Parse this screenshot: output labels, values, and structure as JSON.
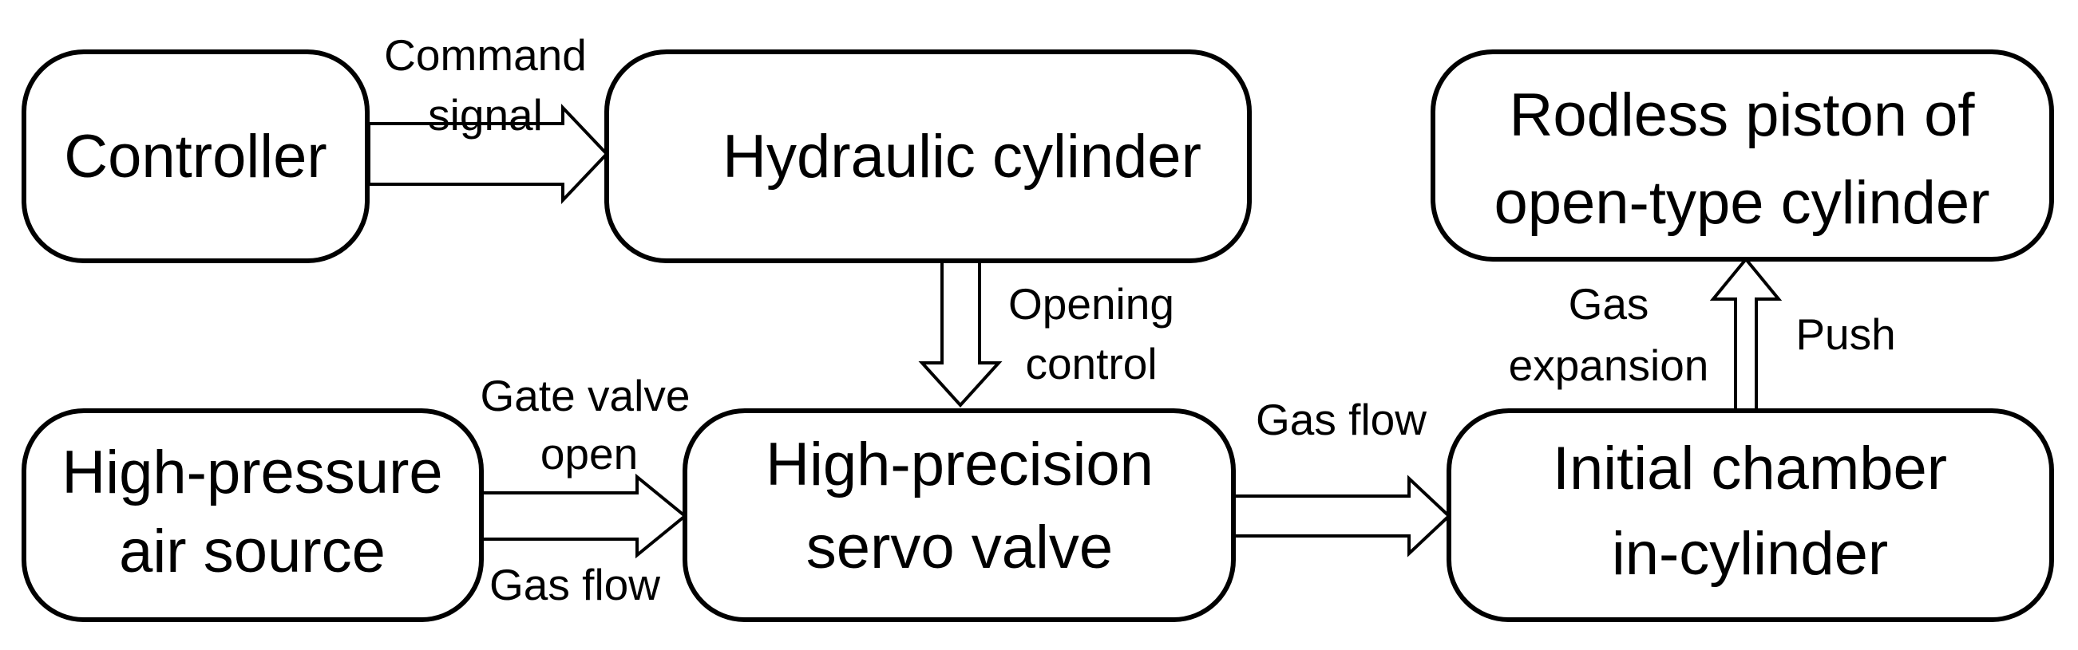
{
  "boxes": {
    "controller": {
      "lines": [
        "Controller"
      ]
    },
    "hydraulic": {
      "lines": [
        "Hydraulic cylinder"
      ]
    },
    "rodless": {
      "lines": [
        "Rodless piston of",
        "open-type cylinder"
      ]
    },
    "air_source": {
      "lines": [
        "High-pressure",
        "air source"
      ]
    },
    "servo_valve": {
      "lines": [
        "High-precision",
        "servo valve"
      ]
    },
    "initial_chamber": {
      "lines": [
        "Initial chamber",
        "in-cylinder"
      ]
    }
  },
  "labels": {
    "command_signal": [
      "Command",
      "signal"
    ],
    "opening_control": [
      "Opening",
      "control"
    ],
    "gate_valve_open": [
      "Gate valve",
      "open"
    ],
    "gas_flow_left": [
      "Gas flow"
    ],
    "gas_flow_right": [
      "Gas flow"
    ],
    "gas_expansion": [
      "Gas",
      "expansion"
    ],
    "push": [
      "Push"
    ]
  }
}
